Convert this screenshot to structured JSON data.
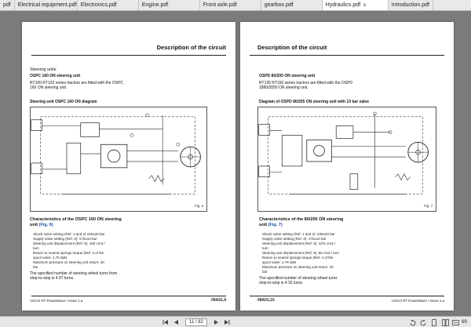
{
  "tabs": [
    {
      "label": "pdf",
      "active": false
    },
    {
      "label": "Electrical equipment.pdf",
      "active": false
    },
    {
      "label": "Electronics.pdf",
      "active": false
    },
    {
      "label": "Engine.pdf",
      "active": false
    },
    {
      "label": "Front axle.pdf",
      "active": false
    },
    {
      "label": "gearbox.pdf",
      "active": false
    },
    {
      "label": "Hydraulics.pdf",
      "active": true
    },
    {
      "label": "Introduction.pdf",
      "active": false
    }
  ],
  "close_glyph": "×",
  "left_page": {
    "header": "Description of the circuit",
    "section": "Steering units",
    "subsection": "OSPC 160 ON steering unit",
    "intro": [
      "RT100 RT120 series tractors are fitted with the OSPC",
      "160 ON steering unit."
    ],
    "diagram_title": "Steering unit OSPC 160 ON diagram",
    "fig": "Fig. 6",
    "char_title": "Characteristics of the OSPC 160 ON steering",
    "char_unit": "unit",
    "char_ref": "(Fig. 6)",
    "bullets": [
      "Shock valve setting (Ref. 1 and 2) 230±20 bar",
      "Supply valve setting (Ref. 3): 170±10 bar",
      "Steering unit displacement (Ref. 5): 160 cm3 /",
      "turn",
      "Return to neutral springs torque (Ref. 4 of the",
      "spool valve: 1.76 daN",
      "Maximum pressure on steering unit return: 40",
      "bar"
    ],
    "turns": [
      "The specified number of steering wheel turns from",
      "stop-to-stop is 4.97 turns."
    ],
    "footer_left": "AGCO RT PowerMaxx • Issue 1.a",
    "footer_right": "09A01,9"
  },
  "right_page": {
    "header": "Description of the circuit",
    "subsection": "OSPD 80/205 ON steering unit",
    "intro": [
      "RT135 RT150 series tractors are fitted with the OSPD",
      "1880/2050 ON steering unit."
    ],
    "diagram_title": "Diagram of OSPD 80/205 ON steering unit with 10 bar valve",
    "fig": "Fig. 7",
    "char_title": "Characteristics of the 80/205 ON steering",
    "char_unit": "unit",
    "char_ref": "(Fig. 7)",
    "bullets": [
      "Shock valve setting (Ref. 1 and 2): 230±20 bar",
      "Supply valve setting (Ref. 3): 170±10 bar",
      "Steering unit displacement (Ref. 5): 12% cm3 /",
      "turn",
      "Steering unit displacement (Ref. 5): 80 cm3 / turn",
      "Return to neutral springs torque (Ref. 4 of the",
      "spool valve: 1.76 daN",
      "Maximum pressure on steering unit return: 40",
      "bar"
    ],
    "turns": [
      "The specified number of steering wheel turns",
      "stop-to-stop is 4.32 turns."
    ],
    "footer_left": "09A01,10",
    "footer_right": "AGCO RT PowerMaxx • Issue 1.a"
  },
  "toolbar": {
    "current_page": "11 / 82",
    "zoom": "69",
    "icons": [
      "first-page-icon",
      "prev-page-icon",
      "next-page-icon",
      "last-page-icon"
    ]
  }
}
